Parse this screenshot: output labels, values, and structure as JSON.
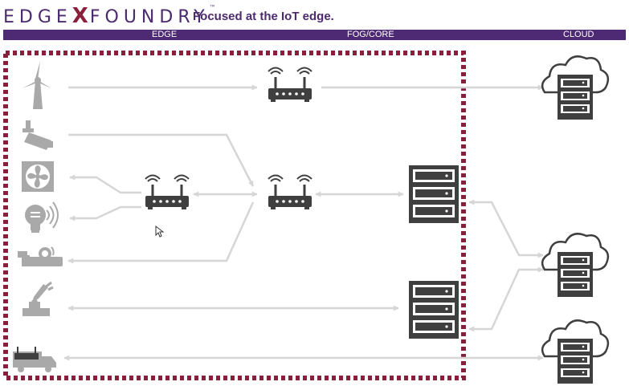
{
  "header": {
    "logo_edge": "EDGE",
    "logo_x": "X",
    "logo_foundry": "FOUNDRY",
    "logo_tm": "™",
    "tagline": "Focused at the IoT edge."
  },
  "zones": {
    "edge": "EDGE",
    "fog": "FOG/CORE",
    "cloud": "CLOUD"
  },
  "colors": {
    "brand_purple": "#4f2a74",
    "edge_boundary": "#8a1f3c",
    "connector": "#d6d6d6",
    "device_gray": "#a9a9a9",
    "equipment_dark": "#3f3f3f"
  },
  "icons": {
    "devices": [
      "wind-turbine-icon",
      "security-camera-icon",
      "fan-icon",
      "smart-bulb-icon",
      "pipe-sensor-icon",
      "robot-arm-icon",
      "truck-gateway-icon"
    ],
    "gateways": [
      "wifi-router-icon"
    ],
    "servers": [
      "server-rack-icon"
    ],
    "cloud": [
      "cloud-server-icon"
    ]
  }
}
